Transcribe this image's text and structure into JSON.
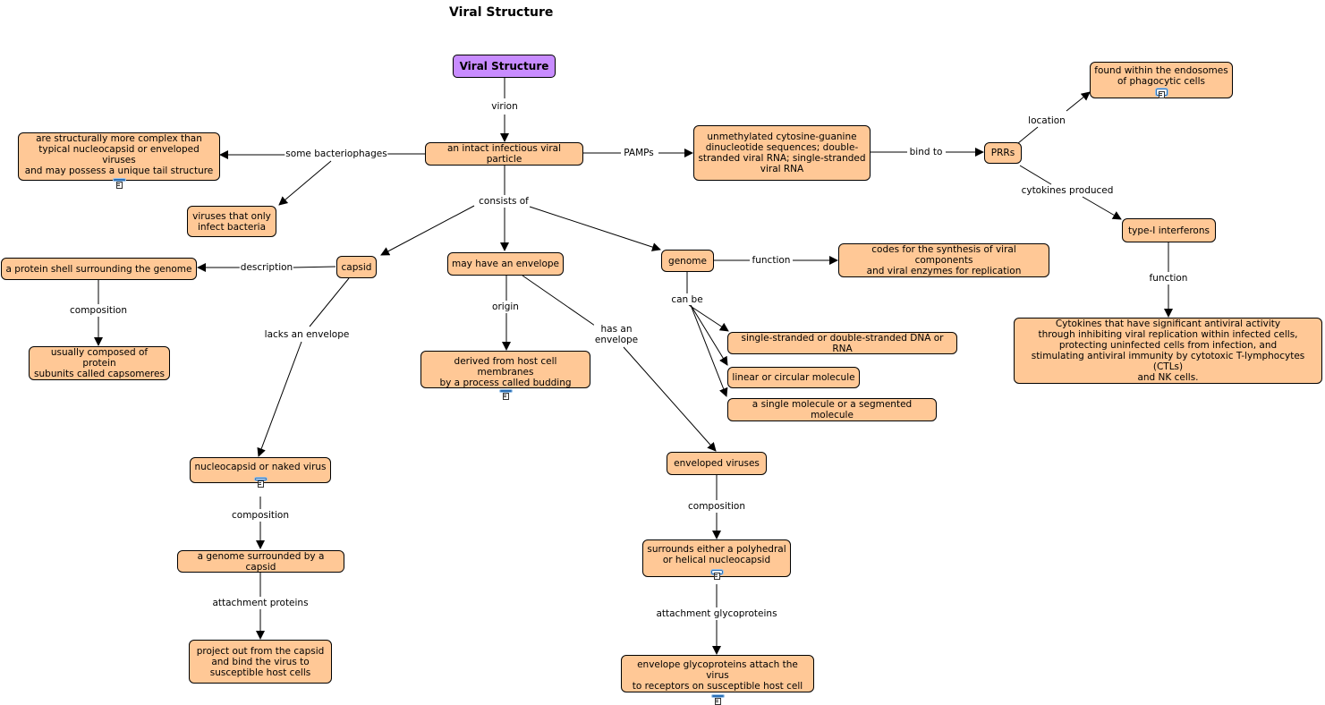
{
  "title": "Viral Structure",
  "nodes": {
    "viral_structure": "Viral Structure",
    "intact_particle": "an intact infectious viral particle",
    "bacteriophage_complex": "are structurally more complex than\ntypical nucleocapsid or enveloped viruses\nand may possess a unique tail structure",
    "bacteria_viruses": "viruses that only\ninfect bacteria",
    "pamps_values": "unmethylated cytosine-guanine\ndinucleotide sequences; double-\nstranded viral RNA; single-stranded\nviral RNA",
    "prrs": "PRRs",
    "endosomes": "found within the endosomes\nof phagocytic cells",
    "interferons": "type-I interferons",
    "cytokines_activity": "Cytokines that have significant antiviral activity\nthrough inhibiting viral replication within infected cells,\nprotecting uninfected cells from infection, and\nstimulating antiviral immunity by cytotoxic T-lymphocytes (CTLs)\nand NK cells.",
    "protein_shell": "a protein shell surrounding the genome",
    "capsid": "capsid",
    "capsomeres": "usually composed of protein\nsubunits called capsomeres",
    "envelope": "may have an envelope",
    "budding": "derived from host cell membranes\nby a process called budding",
    "genome": "genome",
    "codes_synthesis": "codes for the synthesis of viral components\nand viral enzymes for replication",
    "dna_rna": "single-stranded or double-stranded DNA or RNA",
    "linear_circular": "linear or circular molecule",
    "single_segmented": "a single molecule or a segmented molecule",
    "nucleocapsid": "nucleocapsid or naked virus",
    "genome_capsid": "a genome surrounded by a capsid",
    "project_out": "project out from the capsid\nand bind the virus  to\nsusceptible host cells",
    "enveloped_viruses": "enveloped viruses",
    "surrounds": "surrounds either a polyhedral\nor helical nucleocapsid",
    "glycoproteins": "envelope glycoproteins attach the virus\nto receptors on susceptible host cell"
  },
  "links": {
    "virion": "virion",
    "some_bacteriophages": "some bacteriophages",
    "pamps": "PAMPs",
    "bind_to": "bind to",
    "location": "location",
    "cytokines_produced": "cytokines produced",
    "function_interferon": "function",
    "consists_of": "consists of",
    "description": "description",
    "composition_capsid": "composition",
    "lacks_envelope": "lacks an envelope",
    "origin": "origin",
    "has_envelope": "has an\nenvelope",
    "function_genome": "function",
    "can_be": "can be",
    "composition_nucleocapsid": "composition",
    "attachment_proteins": "attachment proteins",
    "composition_enveloped": "composition",
    "attachment_glycoproteins": "attachment glycoproteins"
  },
  "colors": {
    "concept_fill": "#ffc896",
    "root_fill": "#c88cff",
    "line": "#000000",
    "resource_icon": "#2a6fb6"
  },
  "icons": [
    "document-icon"
  ]
}
